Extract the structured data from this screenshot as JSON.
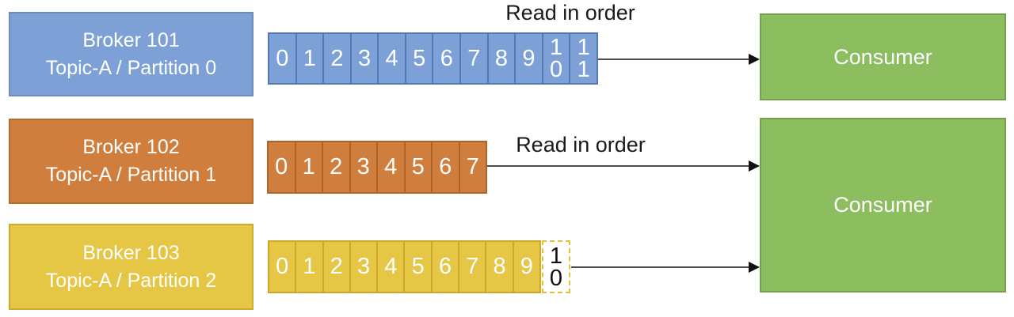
{
  "rows": [
    {
      "broker_title": "Broker 101",
      "broker_subtitle": "Topic-A / Partition 0",
      "cells": [
        "0",
        "1",
        "2",
        "3",
        "4",
        "5",
        "6",
        "7",
        "8",
        "9",
        "10",
        "11"
      ],
      "read_label": "Read in order"
    },
    {
      "broker_title": "Broker 102",
      "broker_subtitle": "Topic-A / Partition 1",
      "cells": [
        "0",
        "1",
        "2",
        "3",
        "4",
        "5",
        "6",
        "7"
      ],
      "read_label": "Read in order"
    },
    {
      "broker_title": "Broker 103",
      "broker_subtitle": "Topic-A / Partition 2",
      "cells": [
        "0",
        "1",
        "2",
        "3",
        "4",
        "5",
        "6",
        "7",
        "8",
        "9"
      ],
      "pending_cell": "10"
    }
  ],
  "consumers": [
    {
      "label": "Consumer"
    },
    {
      "label": "Consumer"
    }
  ],
  "colors": {
    "broker_blue": "#7da1d6",
    "broker_orange": "#d07e3e",
    "broker_yellow": "#e6c645",
    "consumer_green": "#8cbd5f"
  }
}
